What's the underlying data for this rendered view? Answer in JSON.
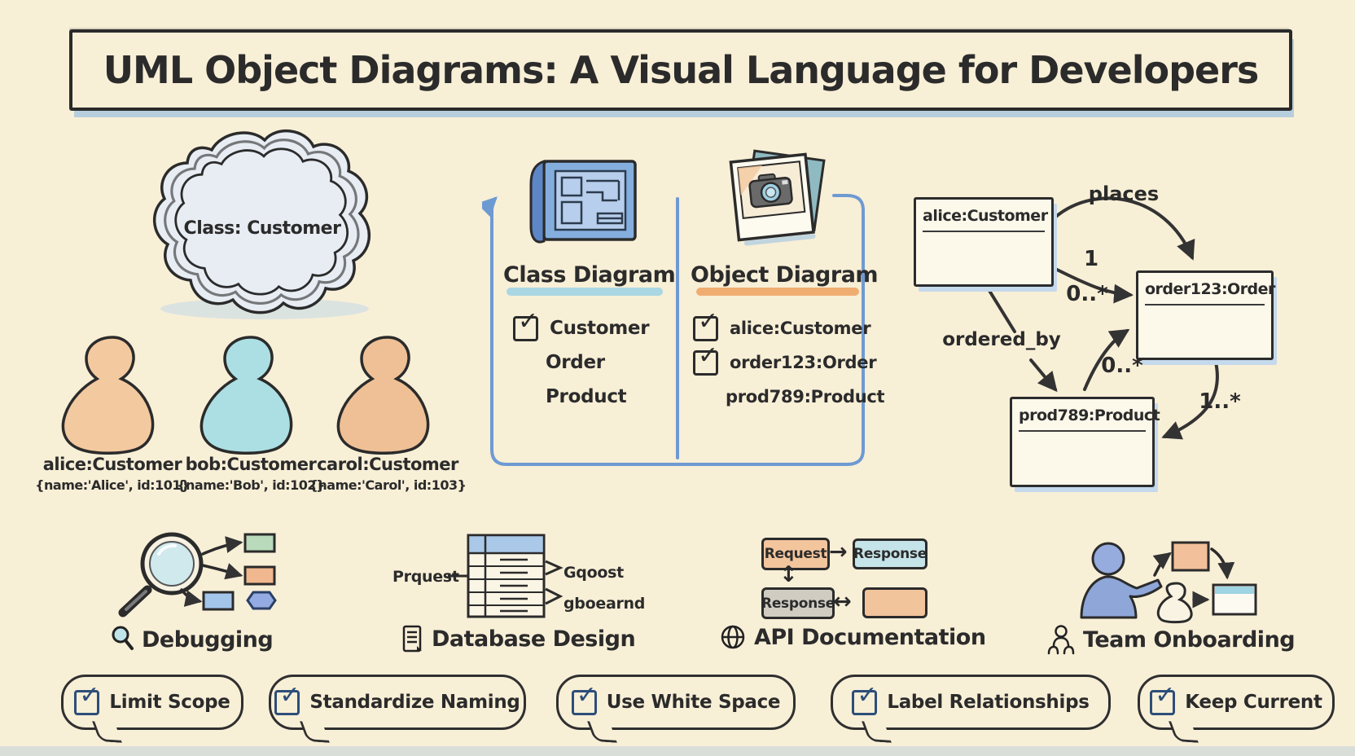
{
  "title": "UML Object Diagrams: A Visual Language for Developers",
  "class_cutter": {
    "label": "Class: Customer"
  },
  "instances": [
    {
      "name": "alice:Customer",
      "attrs": "{name:'Alice', id:101}"
    },
    {
      "name": "bob:Customer",
      "attrs": "{name:'Bob', id:102}"
    },
    {
      "name": "carol:Customer",
      "attrs": "{name:'Carol', id:103}"
    }
  ],
  "comparison": {
    "class_diagram": {
      "heading": "Class Diagram",
      "icon": "blueprint-icon",
      "items": [
        "Customer",
        "Order",
        "Product"
      ]
    },
    "object_diagram": {
      "heading": "Object Diagram",
      "icon": "photo-icon",
      "items": [
        "alice:Customer",
        "order123:Order",
        "prod789:Product"
      ]
    }
  },
  "object_graph": {
    "nodes": {
      "customer": "alice:Customer",
      "order": "order123:Order",
      "product": "prod789:Product"
    },
    "edges": {
      "places": "places",
      "one": "1",
      "zero_many_a": "0..*",
      "ordered_by": "ordered_by",
      "zero_many_b": "0..*",
      "one_many": "1..*"
    }
  },
  "use_cases": {
    "debugging": {
      "label": "Debugging",
      "icon": "magnifier-icon"
    },
    "database": {
      "label": "Database Design",
      "icon": "document-icon",
      "sketch": {
        "left": "Prquest",
        "top_right": "Gqoost",
        "bottom_right": "gboearnd"
      }
    },
    "api": {
      "label": "API Documentation",
      "icon": "globe-icon",
      "boxes": {
        "request": "Request",
        "response_top": "Response",
        "response_bottom": "Response"
      }
    },
    "team": {
      "label": "Team Onboarding",
      "icon": "people-icon"
    }
  },
  "practices": [
    {
      "label": "Limit Scope"
    },
    {
      "label": "Standardize Naming"
    },
    {
      "label": "Use White Space"
    },
    {
      "label": "Label Relationships"
    },
    {
      "label": "Keep Current"
    }
  ],
  "colors": {
    "background": "#f8efd7",
    "ink": "#2b2b2b",
    "accent_blue": "#6e9ad2",
    "soft_shadow_blue": "#c5d9ec",
    "highlight_blue": "#a9d7e3",
    "highlight_orange": "#f0ad72",
    "blob_orange": "#f3c9a0",
    "blob_blue": "#abdfe3",
    "box_fill": "#fcf8ea"
  }
}
